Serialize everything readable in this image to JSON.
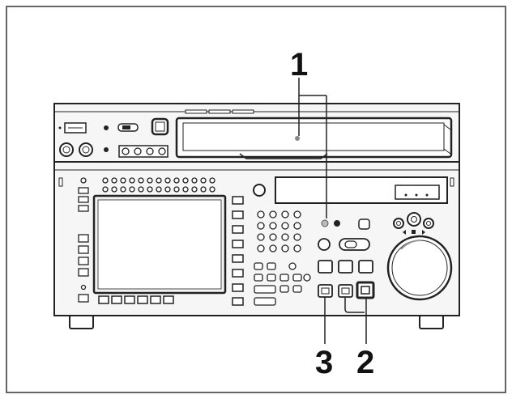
{
  "callouts": {
    "one": "1",
    "two": "2",
    "three": "3"
  },
  "colors": {
    "line": "#222222",
    "panel": "#f6f6f6",
    "screen": "#f2f2f2",
    "shade": "#bbbbbb"
  }
}
